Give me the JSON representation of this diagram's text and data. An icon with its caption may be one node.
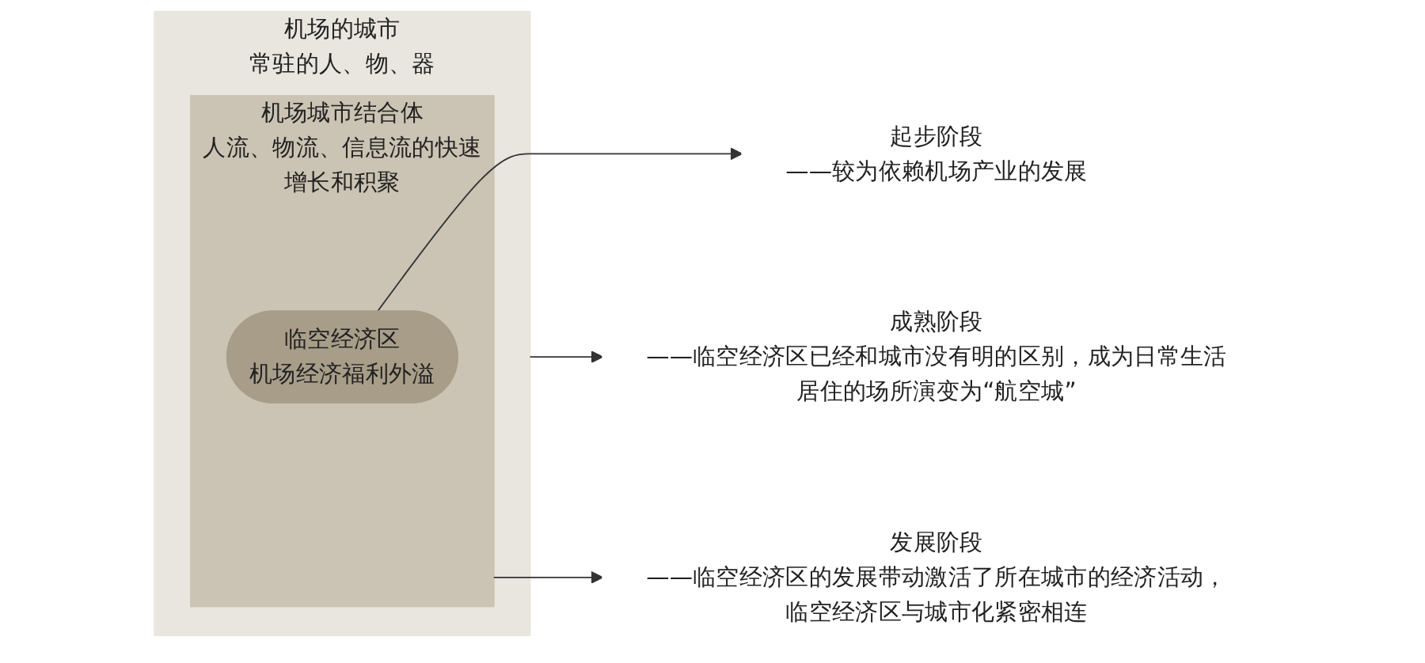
{
  "diagram": {
    "nodes": [
      {
        "text": [
          "机场的城市",
          "常驻的人、物、器"
        ]
      },
      {
        "text": [
          "机场城市结合体",
          "人流、物流、信息流的快速增长和积聚"
        ],
        "in": 0
      },
      {
        "text": [
          "临空经济区",
          "机场经济福利外溢"
        ],
        "in": 1
      },
      {
        "text": [
          "成熟阶段",
          "——临空经济区已经和城市没有明的区别，成为日常生活居住的场所演变为“航空城”"
        ]
      },
      {
        "text": [
          "发展阶段",
          "——临空经济区的发展带动激活了所在城市的经济活动，临空经济区与城市化紧密相连"
        ]
      },
      {
        "text": [
          "起步阶段",
          "——较为依赖机场产业的发展"
        ]
      }
    ],
    "edges": [
      {
        "from": 0,
        "to": 3,
        "arrow": "to"
      },
      {
        "from": 1,
        "to": 4,
        "arrow": "to"
      },
      {
        "from": 2,
        "to": 5,
        "arrow": "to"
      }
    ]
  }
}
